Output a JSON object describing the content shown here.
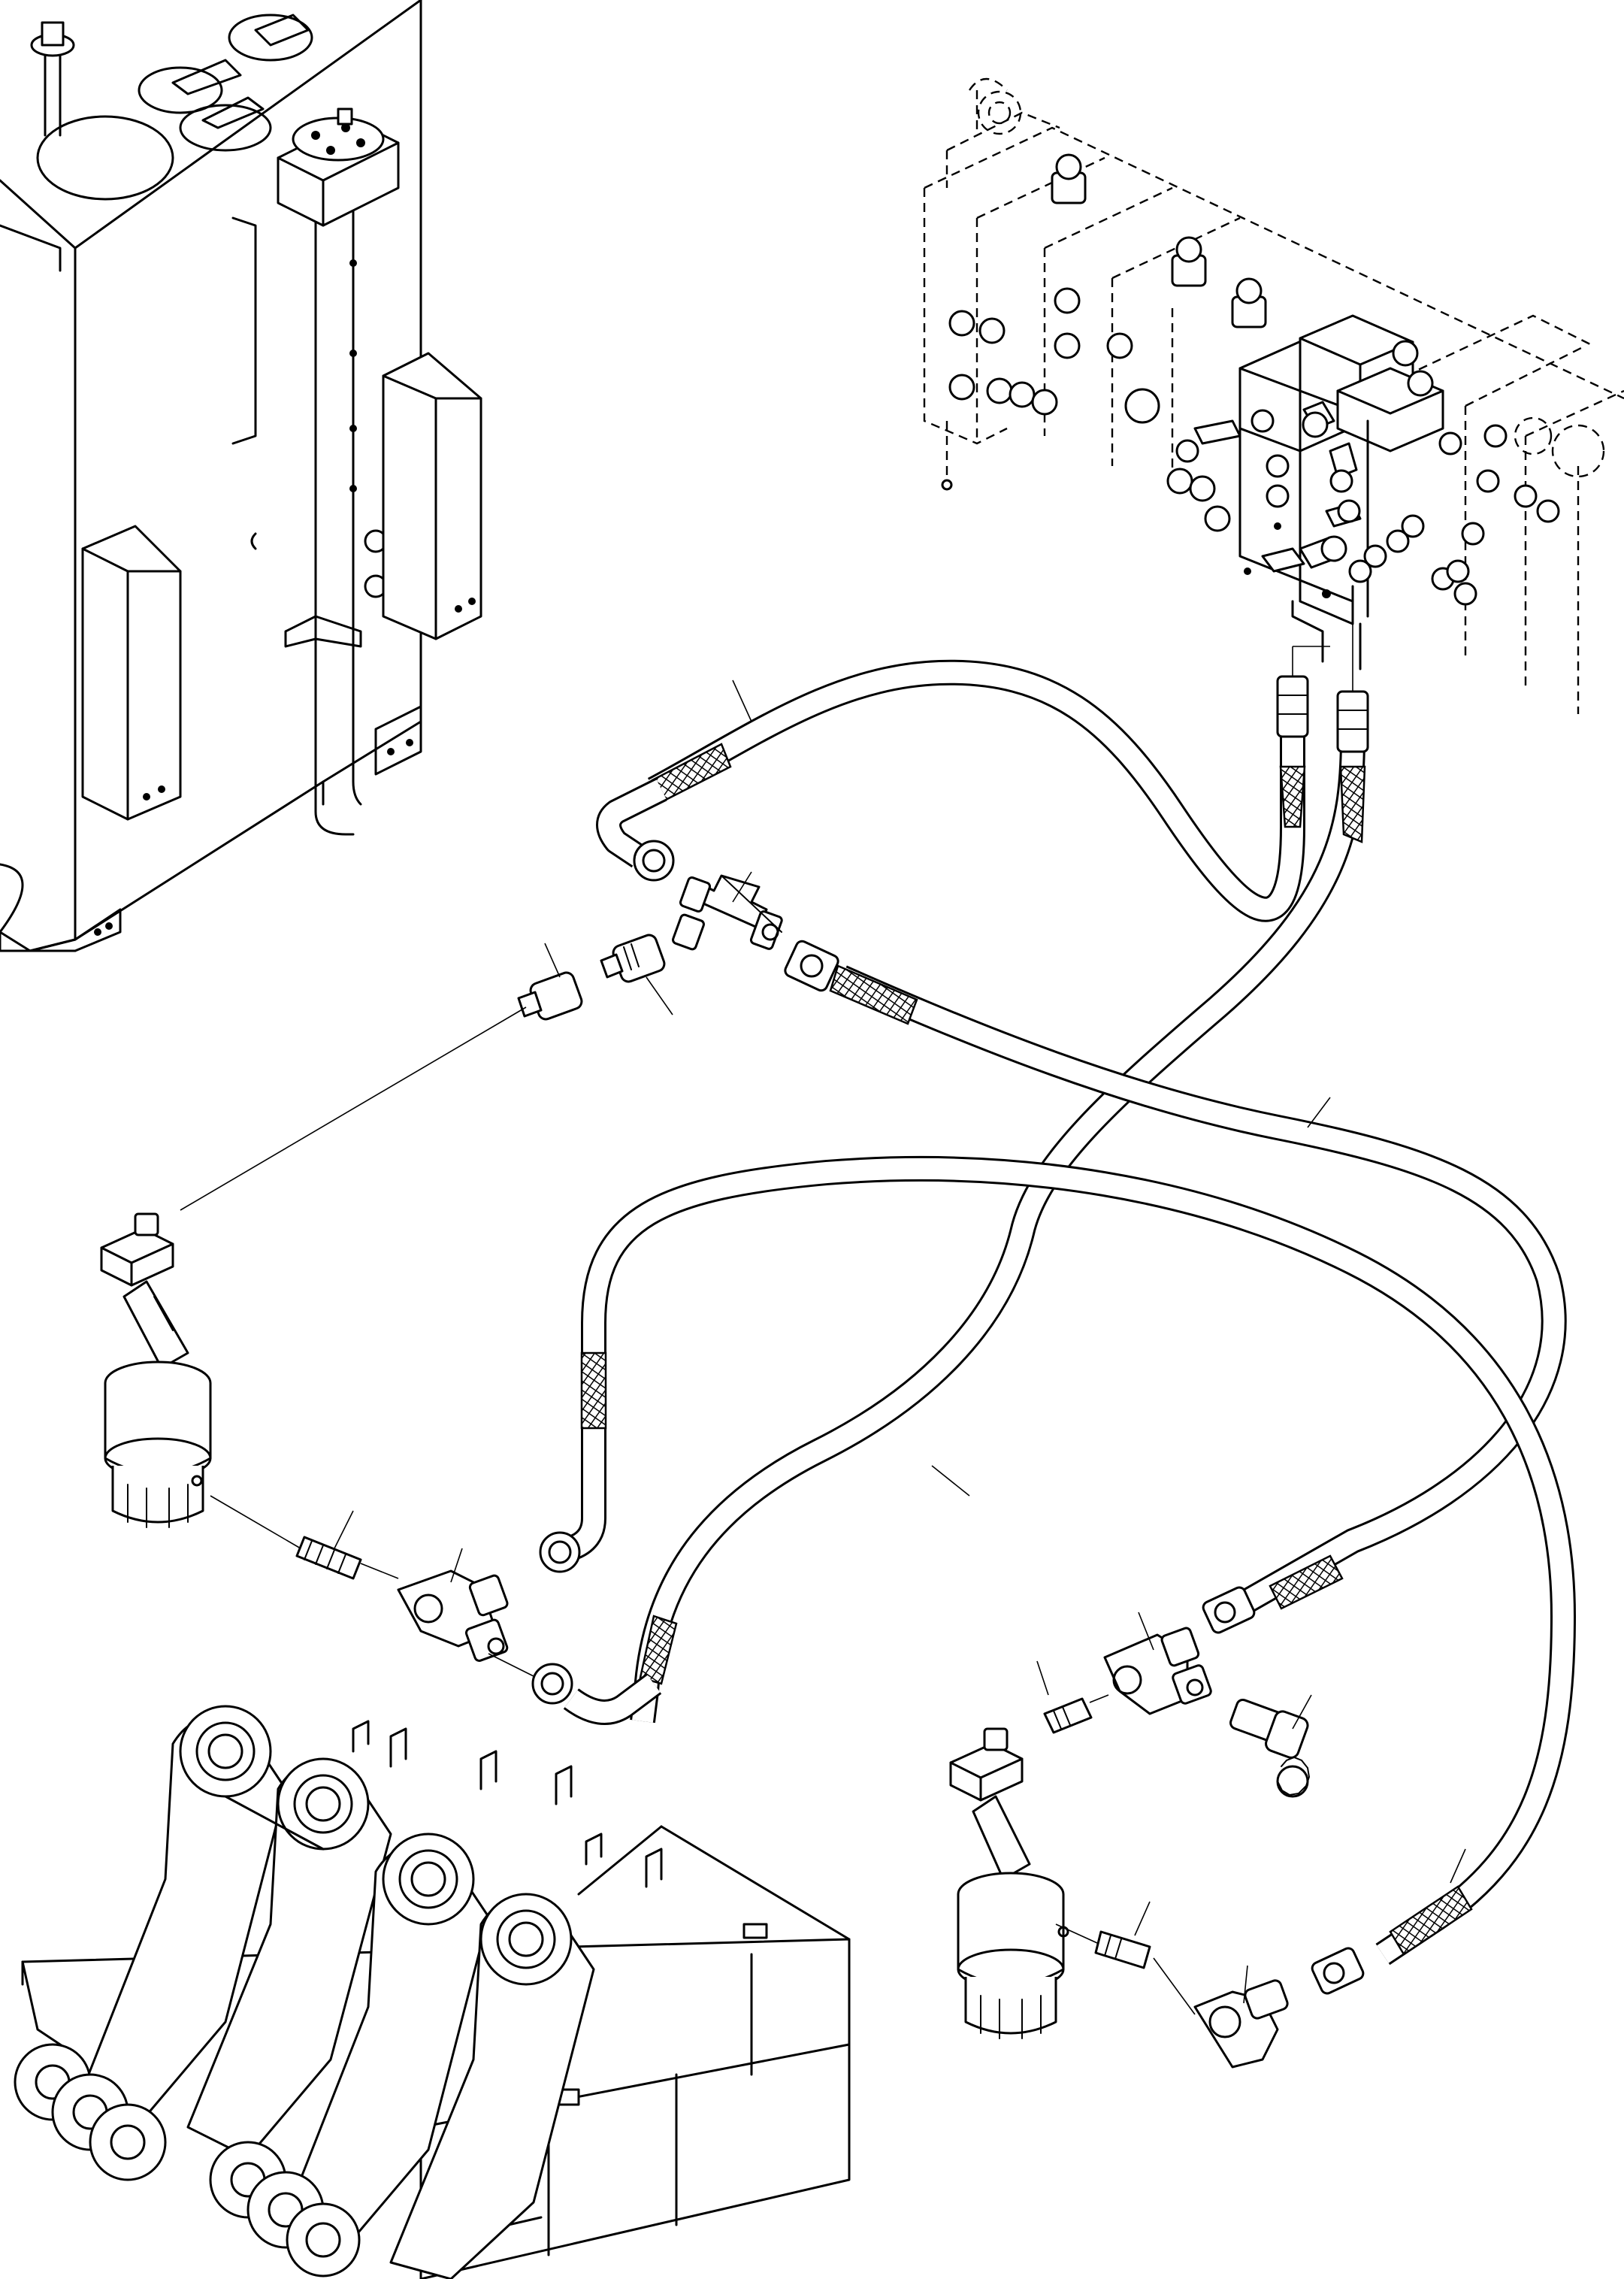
{
  "figure": {
    "type": "exploded-parts-diagram",
    "text_labels": []
  },
  "components": [
    {
      "name": "hydraulic-tank"
    },
    {
      "name": "control-valve-bank"
    },
    {
      "name": "valve-section-block"
    },
    {
      "name": "hose-a"
    },
    {
      "name": "hose-b"
    },
    {
      "name": "hose-c"
    },
    {
      "name": "hose-d"
    },
    {
      "name": "tee-fitting-upper"
    },
    {
      "name": "tee-fitting-middle"
    },
    {
      "name": "tee-fitting-lower-right"
    },
    {
      "name": "elbow-fitting-lower-right"
    },
    {
      "name": "adapter-fittings"
    },
    {
      "name": "test-coupling-with-cap"
    },
    {
      "name": "accumulator-left"
    },
    {
      "name": "accumulator-right"
    },
    {
      "name": "boom-mount-frame"
    }
  ],
  "leader_count": 14,
  "colors": {
    "line": "#000000",
    "background": "#ffffff"
  }
}
